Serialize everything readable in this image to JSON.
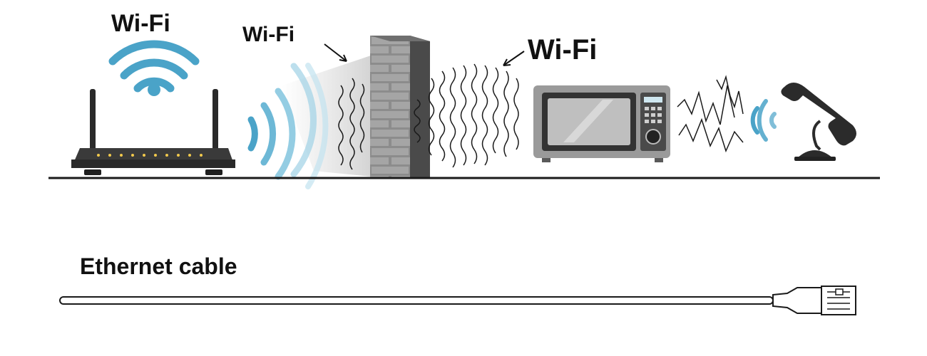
{
  "labels": {
    "router_wifi": "Wi-Fi",
    "wall_wifi": "Wi-Fi",
    "interference_wifi": "Wi-Fi",
    "ethernet": "Ethernet cable"
  },
  "colors": {
    "wifi_blue": "#4aa3c8",
    "line_black": "#1a1a1a",
    "device_dark": "#2e2e2e",
    "wall_gray": "#8a8a8a",
    "microwave_gray": "#9a9a9a"
  },
  "icons": [
    "wifi-icon",
    "router-icon",
    "brick-wall-icon",
    "microwave-icon",
    "phone-icon",
    "ethernet-plug-icon"
  ]
}
